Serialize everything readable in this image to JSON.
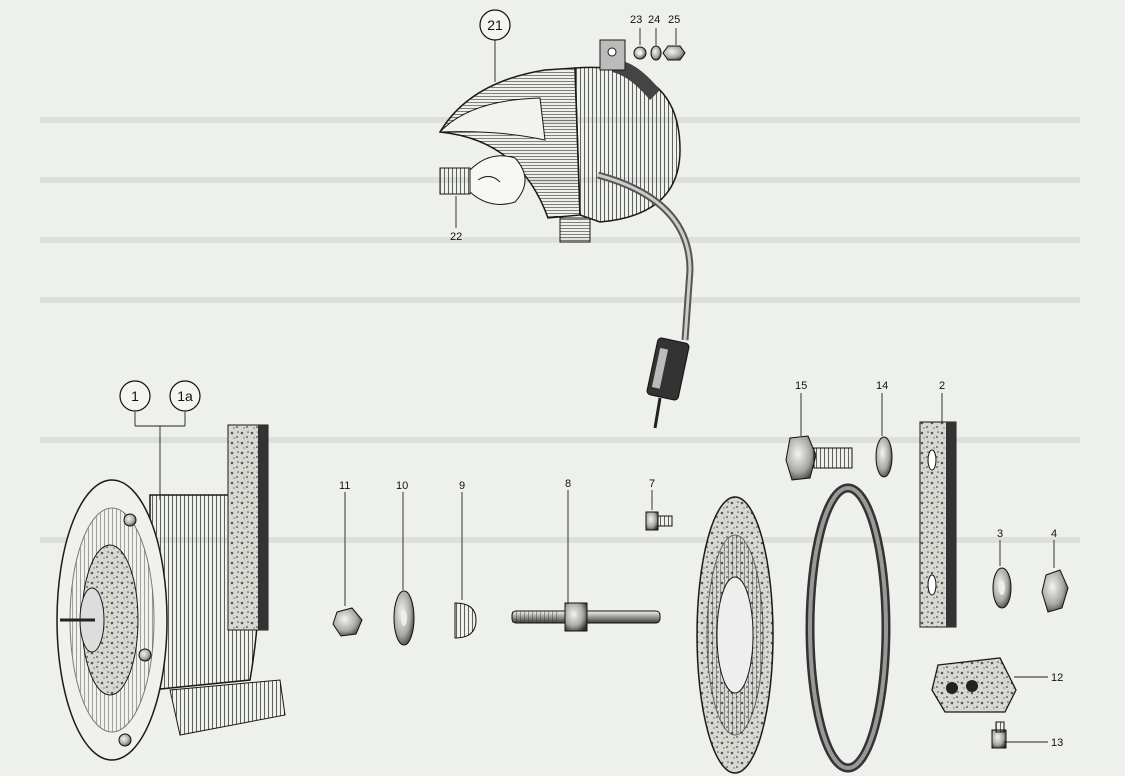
{
  "callouts": {
    "c21": "21",
    "c1": "1",
    "c1a": "1a"
  },
  "labels": {
    "l23": "23",
    "l24": "24",
    "l25": "25",
    "l22": "22",
    "l15": "15",
    "l14": "14",
    "l2": "2",
    "l11": "11",
    "l10": "10",
    "l9": "9",
    "l8": "8",
    "l7": "7",
    "l3": "3",
    "l4": "4",
    "l12": "12",
    "l13": "13"
  },
  "colors": {
    "paper": "#eef0ec",
    "ink": "#1a1a1a"
  }
}
